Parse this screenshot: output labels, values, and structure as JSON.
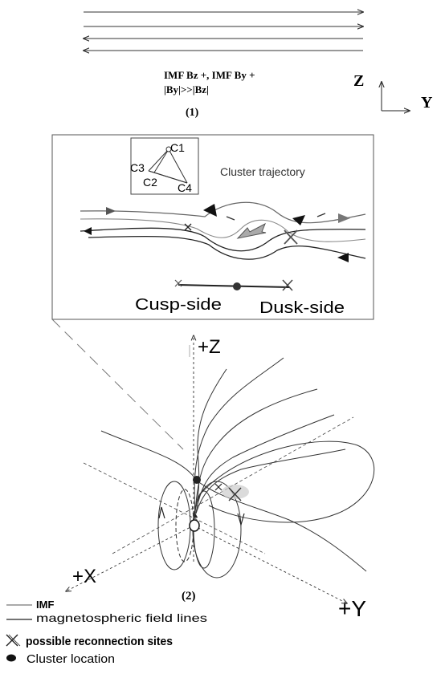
{
  "panel1": {
    "condition_line1": "IMF Bz +, IMF By +",
    "condition_line2": "|By|>>|Bz|",
    "label": "(1)",
    "axis_z": "Z",
    "axis_y": "Y"
  },
  "inset": {
    "trajectory_label": "Cluster trajectory",
    "spacecraft": [
      "C1",
      "C2",
      "C3",
      "C4"
    ],
    "cusp_side": "Cusp-side",
    "dusk_side": "Dusk-side"
  },
  "panel2": {
    "axis_z": "+Z",
    "axis_x": "+X",
    "axis_y": "+Y",
    "label": "(2)"
  },
  "legend": {
    "imf": "IMF",
    "field_lines": "magnetospheric field lines",
    "reconnection": "possible reconnection sites",
    "cluster": "Cluster location"
  }
}
